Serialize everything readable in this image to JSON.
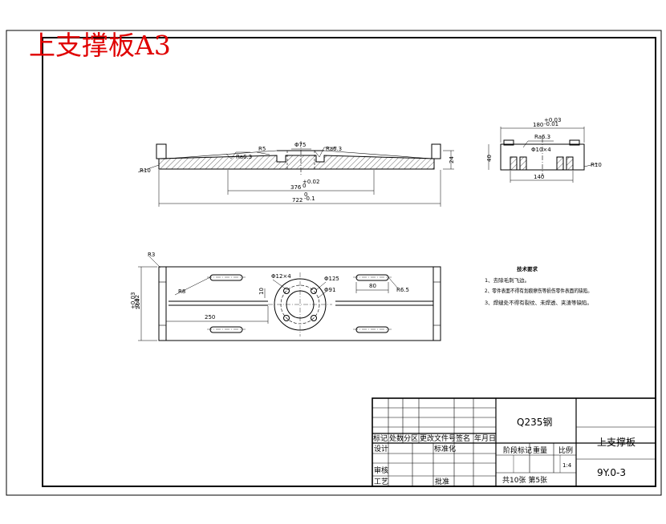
{
  "sheet_title": "上支撑板A3",
  "title_block": {
    "material": "Q235钢",
    "part_name": "上支撑板",
    "drawing_number": "9Y.0-3",
    "scale": "1:4",
    "sheet_info": "共10张 第5张",
    "headers": {
      "mark": "标记",
      "count": "处数",
      "zone": "分区",
      "change_doc": "更改文件号",
      "signature": "签名",
      "date": "年月日",
      "design": "设计",
      "standardize": "标准化",
      "review": "审核",
      "process": "工艺",
      "approve": "批准",
      "stage_mark": "阶段标记",
      "weight": "重量",
      "scale_label": "比例"
    }
  },
  "tech_requirements": {
    "heading": "技术要求",
    "items": [
      "1、去除毛刺飞边。",
      "2、零件表面不得有划痕擦伤等损伤零件表面的缺陷。",
      "3、焊缝处不得有裂纹、未焊透、夹渣等缺陷。"
    ]
  },
  "dimensions": {
    "front_overall": "722",
    "front_overall_tol": "0\n-0.1",
    "front_inner": "376",
    "front_inner_tol": "+0.02\n0",
    "front_radius": "R10",
    "front_r5": "R5",
    "front_dia": "Φ75",
    "front_rough_left": "Ra6.3",
    "front_rough_mid": "Ra6.3",
    "front_height": "24",
    "side_top": "180",
    "side_top_tol": "+0.03\n-0.01",
    "side_bottom": "140",
    "side_radius": "R10",
    "side_rough": "Ra6.3",
    "side_holes": "Φ10×4",
    "side_height": "40",
    "top_width": "204",
    "top_width_tol": "+0.03\n-0.02",
    "top_len": "250",
    "top_r3": "R3",
    "top_r8": "R8",
    "top_holes": "Φ12×4",
    "top_d125": "Φ125",
    "top_d91": "Φ91",
    "top_slot": "80",
    "top_r65": "R6.5",
    "top_10": "10"
  }
}
